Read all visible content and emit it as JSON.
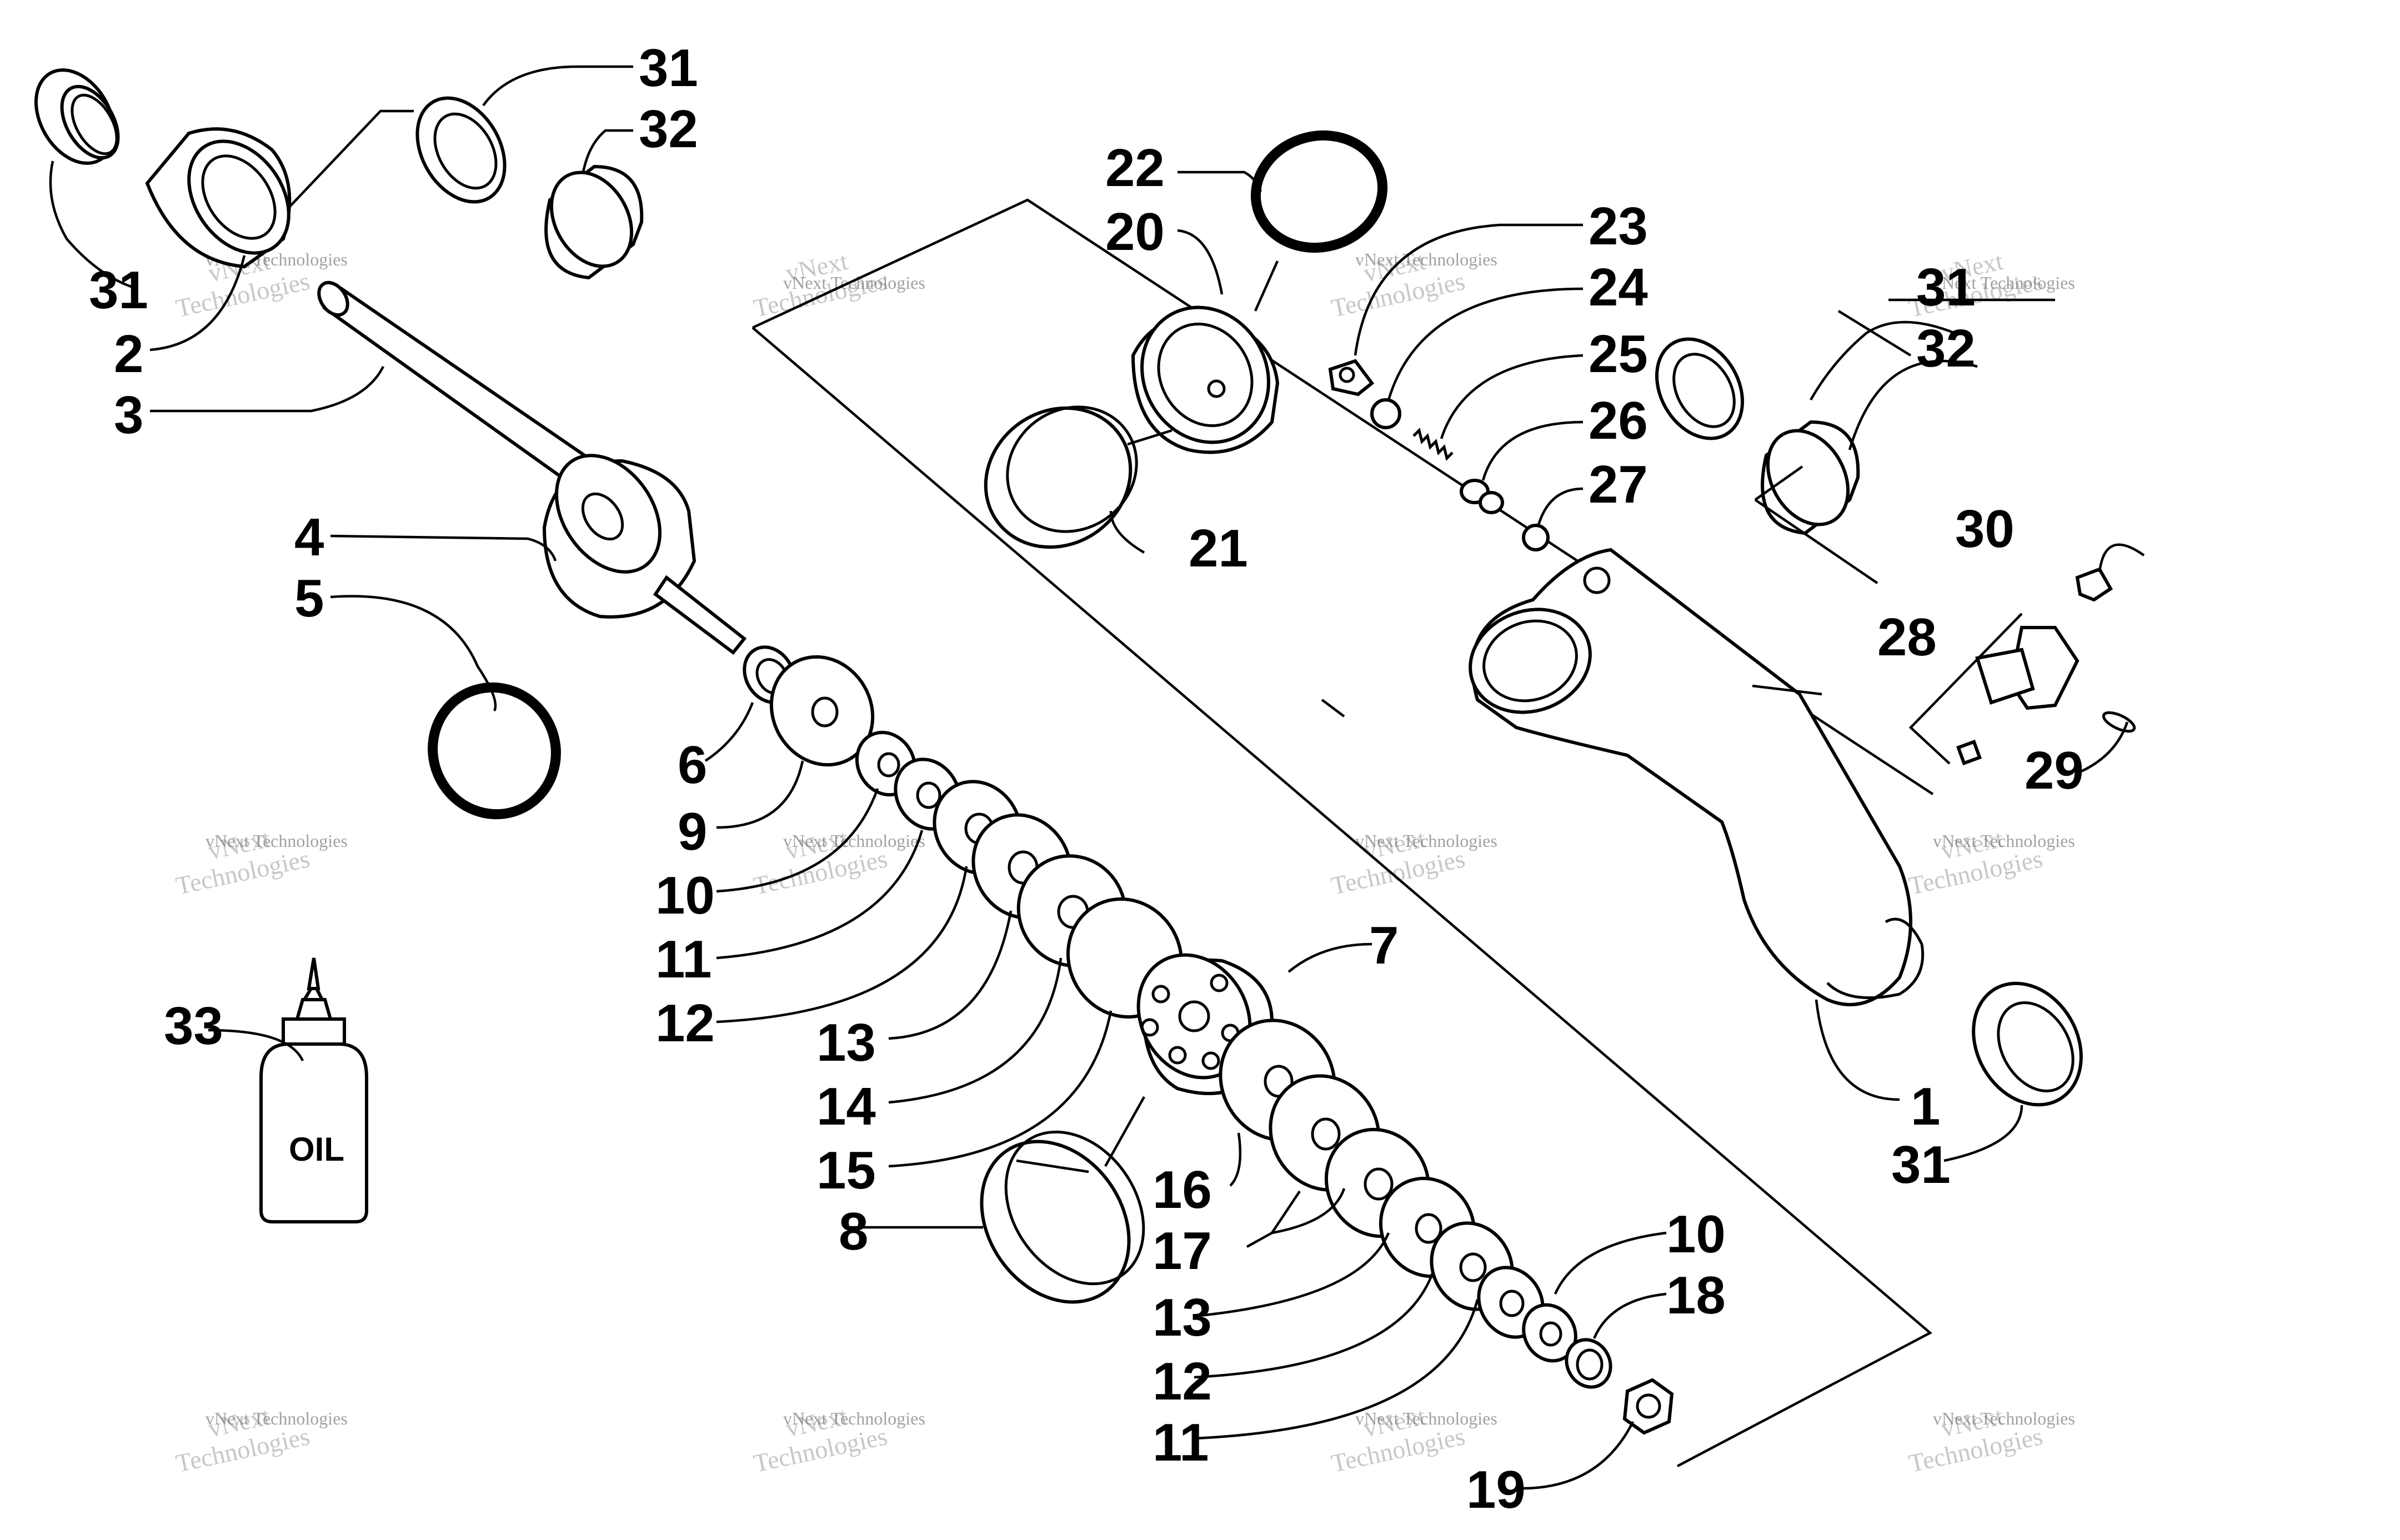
{
  "callouts": [
    {
      "label": "1"
    },
    {
      "label": "2"
    },
    {
      "label": "3"
    },
    {
      "label": "4"
    },
    {
      "label": "5"
    },
    {
      "label": "6"
    },
    {
      "label": "7"
    },
    {
      "label": "8"
    },
    {
      "label": "9"
    },
    {
      "label": "10"
    },
    {
      "label": "11"
    },
    {
      "label": "12"
    },
    {
      "label": "13"
    },
    {
      "label": "14"
    },
    {
      "label": "15"
    },
    {
      "label": "16"
    },
    {
      "label": "17"
    },
    {
      "label": "13"
    },
    {
      "label": "12"
    },
    {
      "label": "11"
    },
    {
      "label": "10"
    },
    {
      "label": "18"
    },
    {
      "label": "19"
    },
    {
      "label": "20"
    },
    {
      "label": "21"
    },
    {
      "label": "22"
    },
    {
      "label": "23"
    },
    {
      "label": "24"
    },
    {
      "label": "25"
    },
    {
      "label": "26"
    },
    {
      "label": "27"
    },
    {
      "label": "28"
    },
    {
      "label": "29"
    },
    {
      "label": "30"
    },
    {
      "label": "31"
    },
    {
      "label": "32"
    },
    {
      "label": "31"
    },
    {
      "label": "32"
    },
    {
      "label": "31"
    },
    {
      "label": "31"
    },
    {
      "label": "33"
    }
  ],
  "oil_bottle": {
    "label": "OIL"
  },
  "watermark": {
    "brand": "vNext",
    "company": "Technologies",
    "full": "vNext Technologies"
  }
}
